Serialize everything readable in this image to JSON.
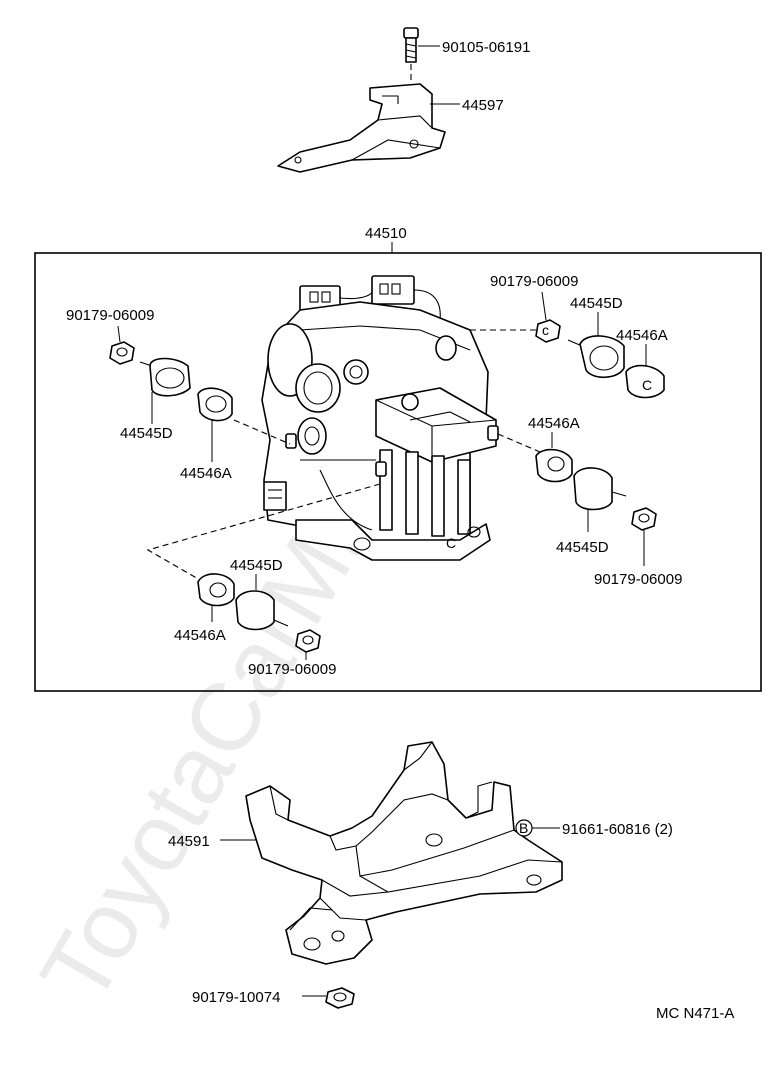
{
  "watermark": "ToyotaCarMine.ru",
  "diagram_code": "MC N471-A",
  "assembly_label": "44510",
  "parts": {
    "bolt": "90105-06191",
    "top_bracket": "44597",
    "nut_upper_left": "90179-06009",
    "cushion_d_left": "44545D",
    "cushion_a_left": "44546A",
    "nut_upper_right": "90179-06009",
    "cushion_d_upper_right": "44545D",
    "cushion_a_upper_right": "44546A",
    "cushion_a_right": "44546A",
    "cushion_d_right": "44545D",
    "nut_right": "90179-06009",
    "cushion_d_bottom": "44545D",
    "cushion_a_bottom": "44546A",
    "nut_bottom": "90179-06009",
    "lower_bracket": "44591",
    "bolt_marker": "B",
    "bracket_bolt": "91661-60816 (2)",
    "bottom_nut": "90179-10074"
  }
}
